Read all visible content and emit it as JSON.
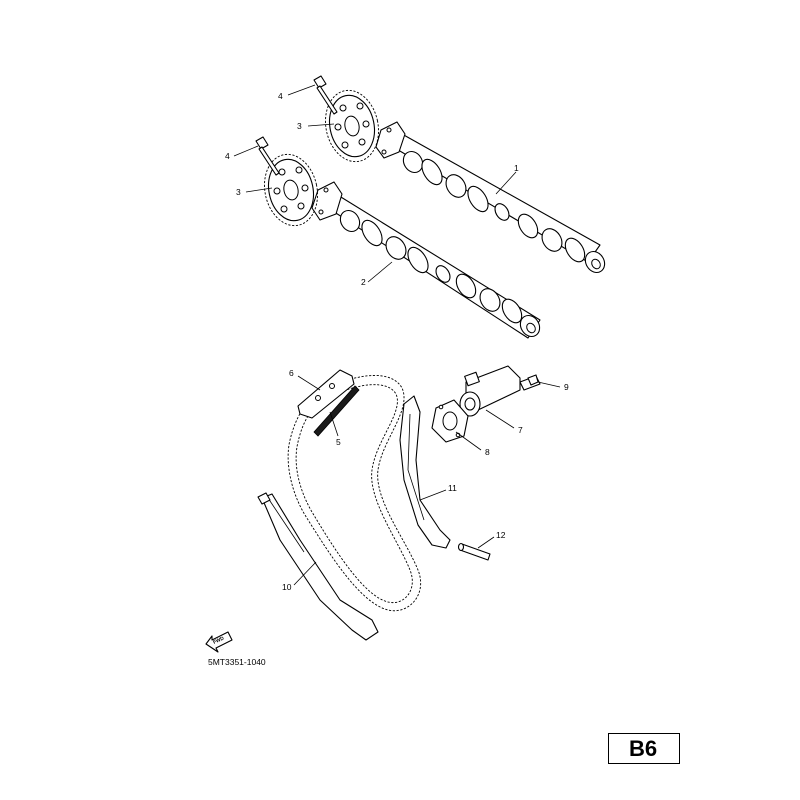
{
  "diagram": {
    "callouts": [
      {
        "id": "1",
        "label": "1"
      },
      {
        "id": "2",
        "label": "2"
      },
      {
        "id": "3a",
        "label": "3"
      },
      {
        "id": "3b",
        "label": "3"
      },
      {
        "id": "4a",
        "label": "4"
      },
      {
        "id": "4b",
        "label": "4"
      },
      {
        "id": "5",
        "label": "5"
      },
      {
        "id": "6",
        "label": "6"
      },
      {
        "id": "7",
        "label": "7"
      },
      {
        "id": "8",
        "label": "8"
      },
      {
        "id": "9",
        "label": "9"
      },
      {
        "id": "10",
        "label": "10"
      },
      {
        "id": "11",
        "label": "11"
      },
      {
        "id": "12",
        "label": "12"
      }
    ],
    "fwd_label": "FWD",
    "drawing_code": "5MT3351-1040",
    "page_code": "B6"
  }
}
